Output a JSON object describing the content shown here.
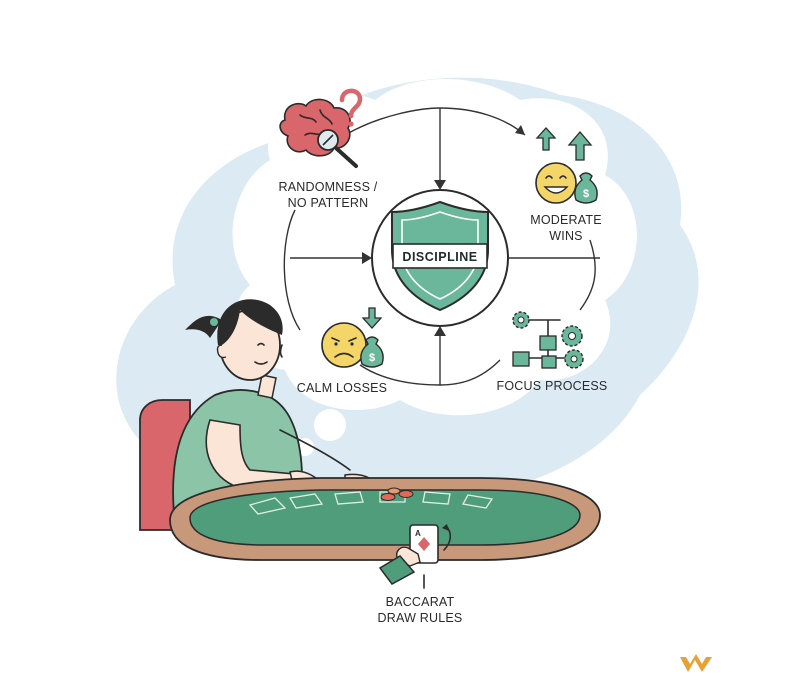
{
  "labels": {
    "randomness_line1": "RANDOMNESS /",
    "randomness_line2": "NO PATTERN",
    "moderate_line1": "MODERATE",
    "moderate_line2": "WINS",
    "center": "DISCIPLINE",
    "calm_losses": "CALM LOSSES",
    "focus_process": "FOCUS PROCESS",
    "baccarat_line1": "BACCARAT",
    "baccarat_line2": "DRAW RULES"
  },
  "icons": {
    "randomness": "brain-question-icon",
    "moderate_wins": "happy-face-money-bag-icon",
    "calm_losses": "sad-face-money-bag-icon",
    "focus_process": "gears-flowchart-icon",
    "center": "shield-icon",
    "baccarat": "hand-holding-card-icon",
    "logo": "w-logo-icon"
  },
  "colors": {
    "background_blob": "#dceaf4",
    "thought_cloud": "#ffffff",
    "shield_green": "#6ab79c",
    "table_felt": "#4f9d7b",
    "table_rim": "#c8987a",
    "shirt": "#8cc4a8",
    "chair": "#d9666a",
    "emoji_yellow": "#f3d568",
    "arrow_green": "#6ab79c",
    "logo_orange": "#e8a135"
  }
}
